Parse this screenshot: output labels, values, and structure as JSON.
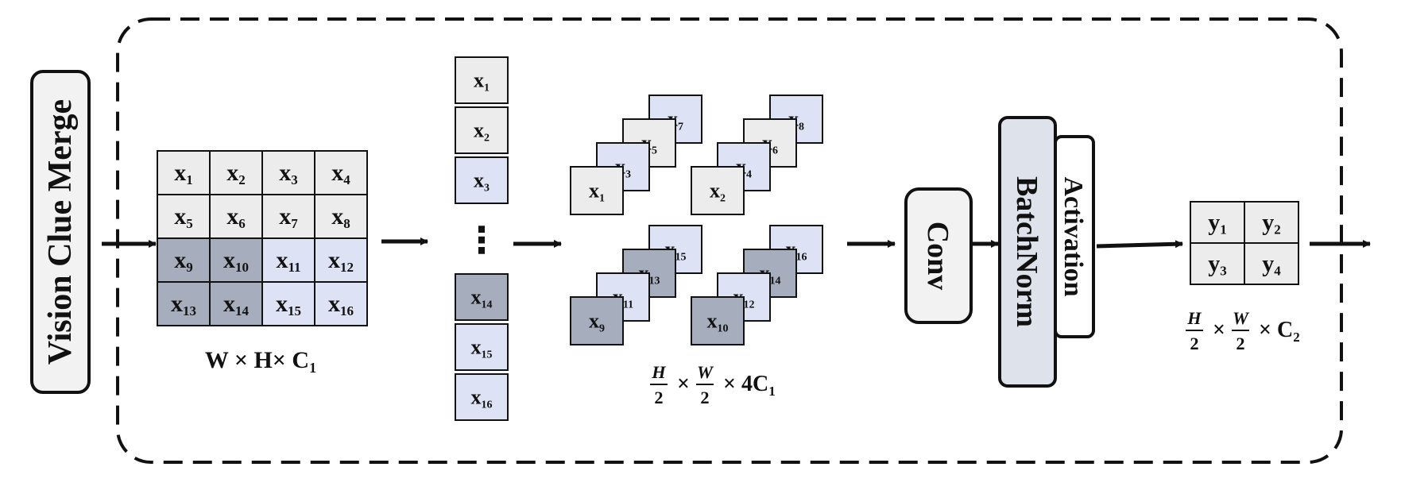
{
  "title": "Vision Clue Merge",
  "colors": {
    "light_gray": "#ececec",
    "light_blue": "#dde3f4",
    "mid_gray": "#c9cdd6",
    "dark_gray": "#a6aebd",
    "white": "#ffffff",
    "stroke": "#111111",
    "block_fill": "#dee2ea",
    "pill_fill": "#f2f2f2"
  },
  "patches": [
    {
      "label": "x",
      "sub": "1",
      "fill": "light_gray"
    },
    {
      "label": "x",
      "sub": "2",
      "fill": "light_gray"
    },
    {
      "label": "x",
      "sub": "3",
      "fill": "light_gray"
    },
    {
      "label": "x",
      "sub": "4",
      "fill": "light_gray"
    },
    {
      "label": "x",
      "sub": "5",
      "fill": "light_gray"
    },
    {
      "label": "x",
      "sub": "6",
      "fill": "light_gray"
    },
    {
      "label": "x",
      "sub": "7",
      "fill": "light_gray"
    },
    {
      "label": "x",
      "sub": "8",
      "fill": "light_gray"
    },
    {
      "label": "x",
      "sub": "9",
      "fill": "dark_gray"
    },
    {
      "label": "x",
      "sub": "10",
      "fill": "dark_gray"
    },
    {
      "label": "x",
      "sub": "11",
      "fill": "light_blue"
    },
    {
      "label": "x",
      "sub": "12",
      "fill": "light_blue"
    },
    {
      "label": "x",
      "sub": "13",
      "fill": "dark_gray"
    },
    {
      "label": "x",
      "sub": "14",
      "fill": "dark_gray"
    },
    {
      "label": "x",
      "sub": "15",
      "fill": "light_blue"
    },
    {
      "label": "x",
      "sub": "16",
      "fill": "light_blue"
    }
  ],
  "grid_caption": {
    "main": "W × H× C",
    "sub": "1"
  },
  "sequence": {
    "top": [
      {
        "label": "x",
        "sub": "1",
        "fill": "light_gray"
      },
      {
        "label": "x",
        "sub": "2",
        "fill": "light_gray"
      },
      {
        "label": "x",
        "sub": "3",
        "fill": "light_blue"
      }
    ],
    "ellipsis": "⋮",
    "bottom": [
      {
        "label": "x",
        "sub": "14",
        "fill": "dark_gray"
      },
      {
        "label": "x",
        "sub": "15",
        "fill": "light_blue"
      },
      {
        "label": "x",
        "sub": "16",
        "fill": "light_blue"
      }
    ]
  },
  "stacks": [
    {
      "items": [
        {
          "label": "x",
          "sub": "1",
          "fill": "light_gray"
        },
        {
          "label": "x",
          "sub": "3",
          "fill": "light_blue"
        },
        {
          "label": "x",
          "sub": "5",
          "fill": "light_gray"
        },
        {
          "label": "x",
          "sub": "7",
          "fill": "light_blue"
        }
      ]
    },
    {
      "items": [
        {
          "label": "x",
          "sub": "2",
          "fill": "light_gray"
        },
        {
          "label": "x",
          "sub": "4",
          "fill": "light_blue"
        },
        {
          "label": "x",
          "sub": "6",
          "fill": "light_gray"
        },
        {
          "label": "x",
          "sub": "8",
          "fill": "light_blue"
        }
      ]
    },
    {
      "items": [
        {
          "label": "x",
          "sub": "9",
          "fill": "dark_gray"
        },
        {
          "label": "x",
          "sub": "11",
          "fill": "light_blue"
        },
        {
          "label": "x",
          "sub": "13",
          "fill": "dark_gray"
        },
        {
          "label": "x",
          "sub": "15",
          "fill": "light_blue"
        }
      ]
    },
    {
      "items": [
        {
          "label": "x",
          "sub": "10",
          "fill": "dark_gray"
        },
        {
          "label": "x",
          "sub": "12",
          "fill": "light_blue"
        },
        {
          "label": "x",
          "sub": "14",
          "fill": "dark_gray"
        },
        {
          "label": "x",
          "sub": "16",
          "fill": "light_blue"
        }
      ]
    }
  ],
  "stack_caption": {
    "h": "H",
    "w": "W",
    "two": "2",
    "times": "×",
    "tail": "× 4C",
    "sub": "1"
  },
  "blocks": {
    "conv": "Conv",
    "batchnorm": "BatchNorm",
    "activation": "Activation"
  },
  "output": {
    "cells": [
      {
        "label": "y",
        "sub": "1"
      },
      {
        "label": "y",
        "sub": "2"
      },
      {
        "label": "y",
        "sub": "3"
      },
      {
        "label": "y",
        "sub": "4"
      }
    ],
    "fill": "light_gray",
    "caption": {
      "h": "H",
      "w": "W",
      "two": "2",
      "times": "×",
      "tail": "× C",
      "sub": "2"
    }
  }
}
